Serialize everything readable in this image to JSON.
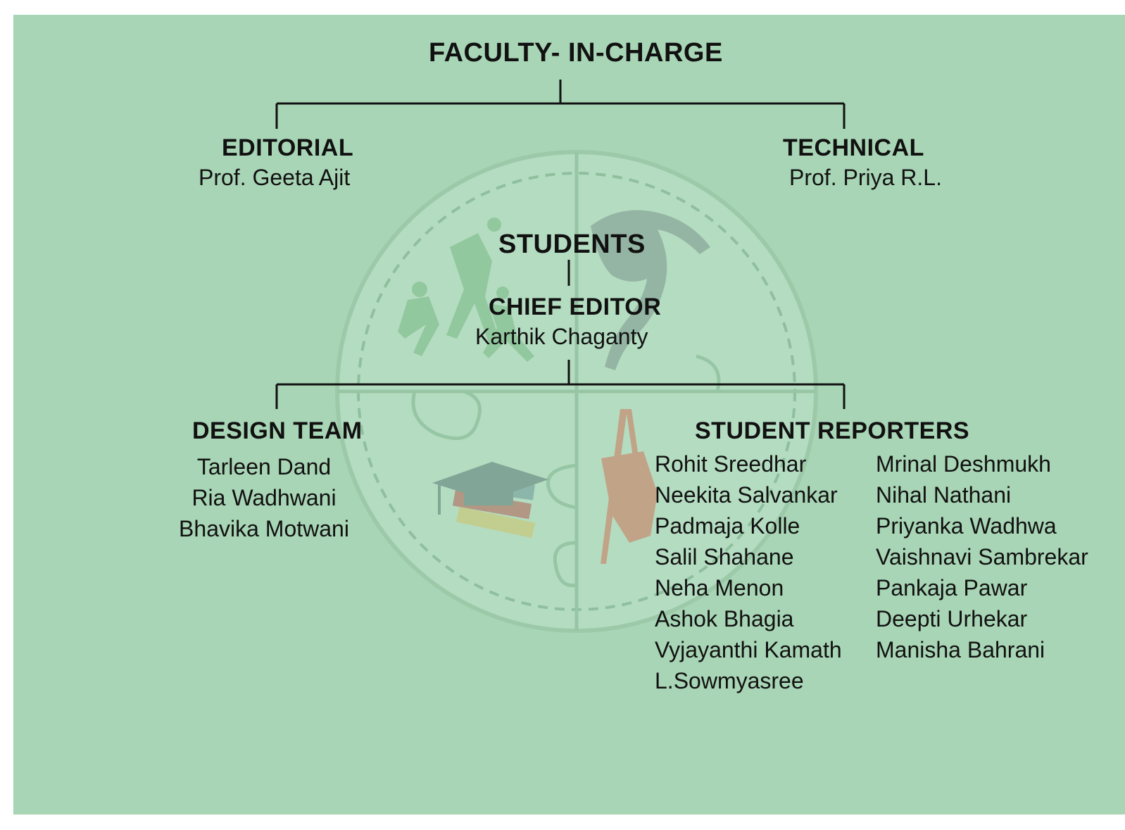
{
  "faculty": {
    "title": "FACULTY- IN-CHARGE",
    "editorial": {
      "title": "EDITORIAL",
      "name": "Prof. Geeta Ajit"
    },
    "technical": {
      "title": "TECHNICAL",
      "name": "Prof. Priya R.L."
    }
  },
  "students": {
    "title": "STUDENTS",
    "chief_editor": {
      "title": "CHIEF EDITOR",
      "name": "Karthik Chaganty"
    },
    "design_team": {
      "title": "DESIGN TEAM",
      "members": [
        "Tarleen Dand",
        "Ria Wadhwani",
        "Bhavika Motwani"
      ]
    },
    "student_reporters": {
      "title": "STUDENT REPORTERS",
      "column1": [
        "Rohit Sreedhar",
        "Neekita Salvankar",
        "Padmaja Kolle",
        "Salil Shahane",
        "Neha Menon",
        "Ashok Bhagia",
        "Vyjayanthi Kamath",
        "L.Sowmyasree"
      ],
      "column2": [
        "Mrinal Deshmukh",
        "Nihal Nathani",
        "Priyanka Wadhwa",
        "Vaishnavi Sambrekar",
        "Pankaja Pawar",
        "Deepti Urhekar",
        "Manisha Bahrani"
      ]
    }
  },
  "colors": {
    "background": "#a8d5b5",
    "line": "#111111"
  },
  "watermark_icons": [
    "puzzle-circle-icon",
    "athletes-icon",
    "dancer-icon",
    "graduation-books-icon",
    "painter-easel-icon"
  ]
}
